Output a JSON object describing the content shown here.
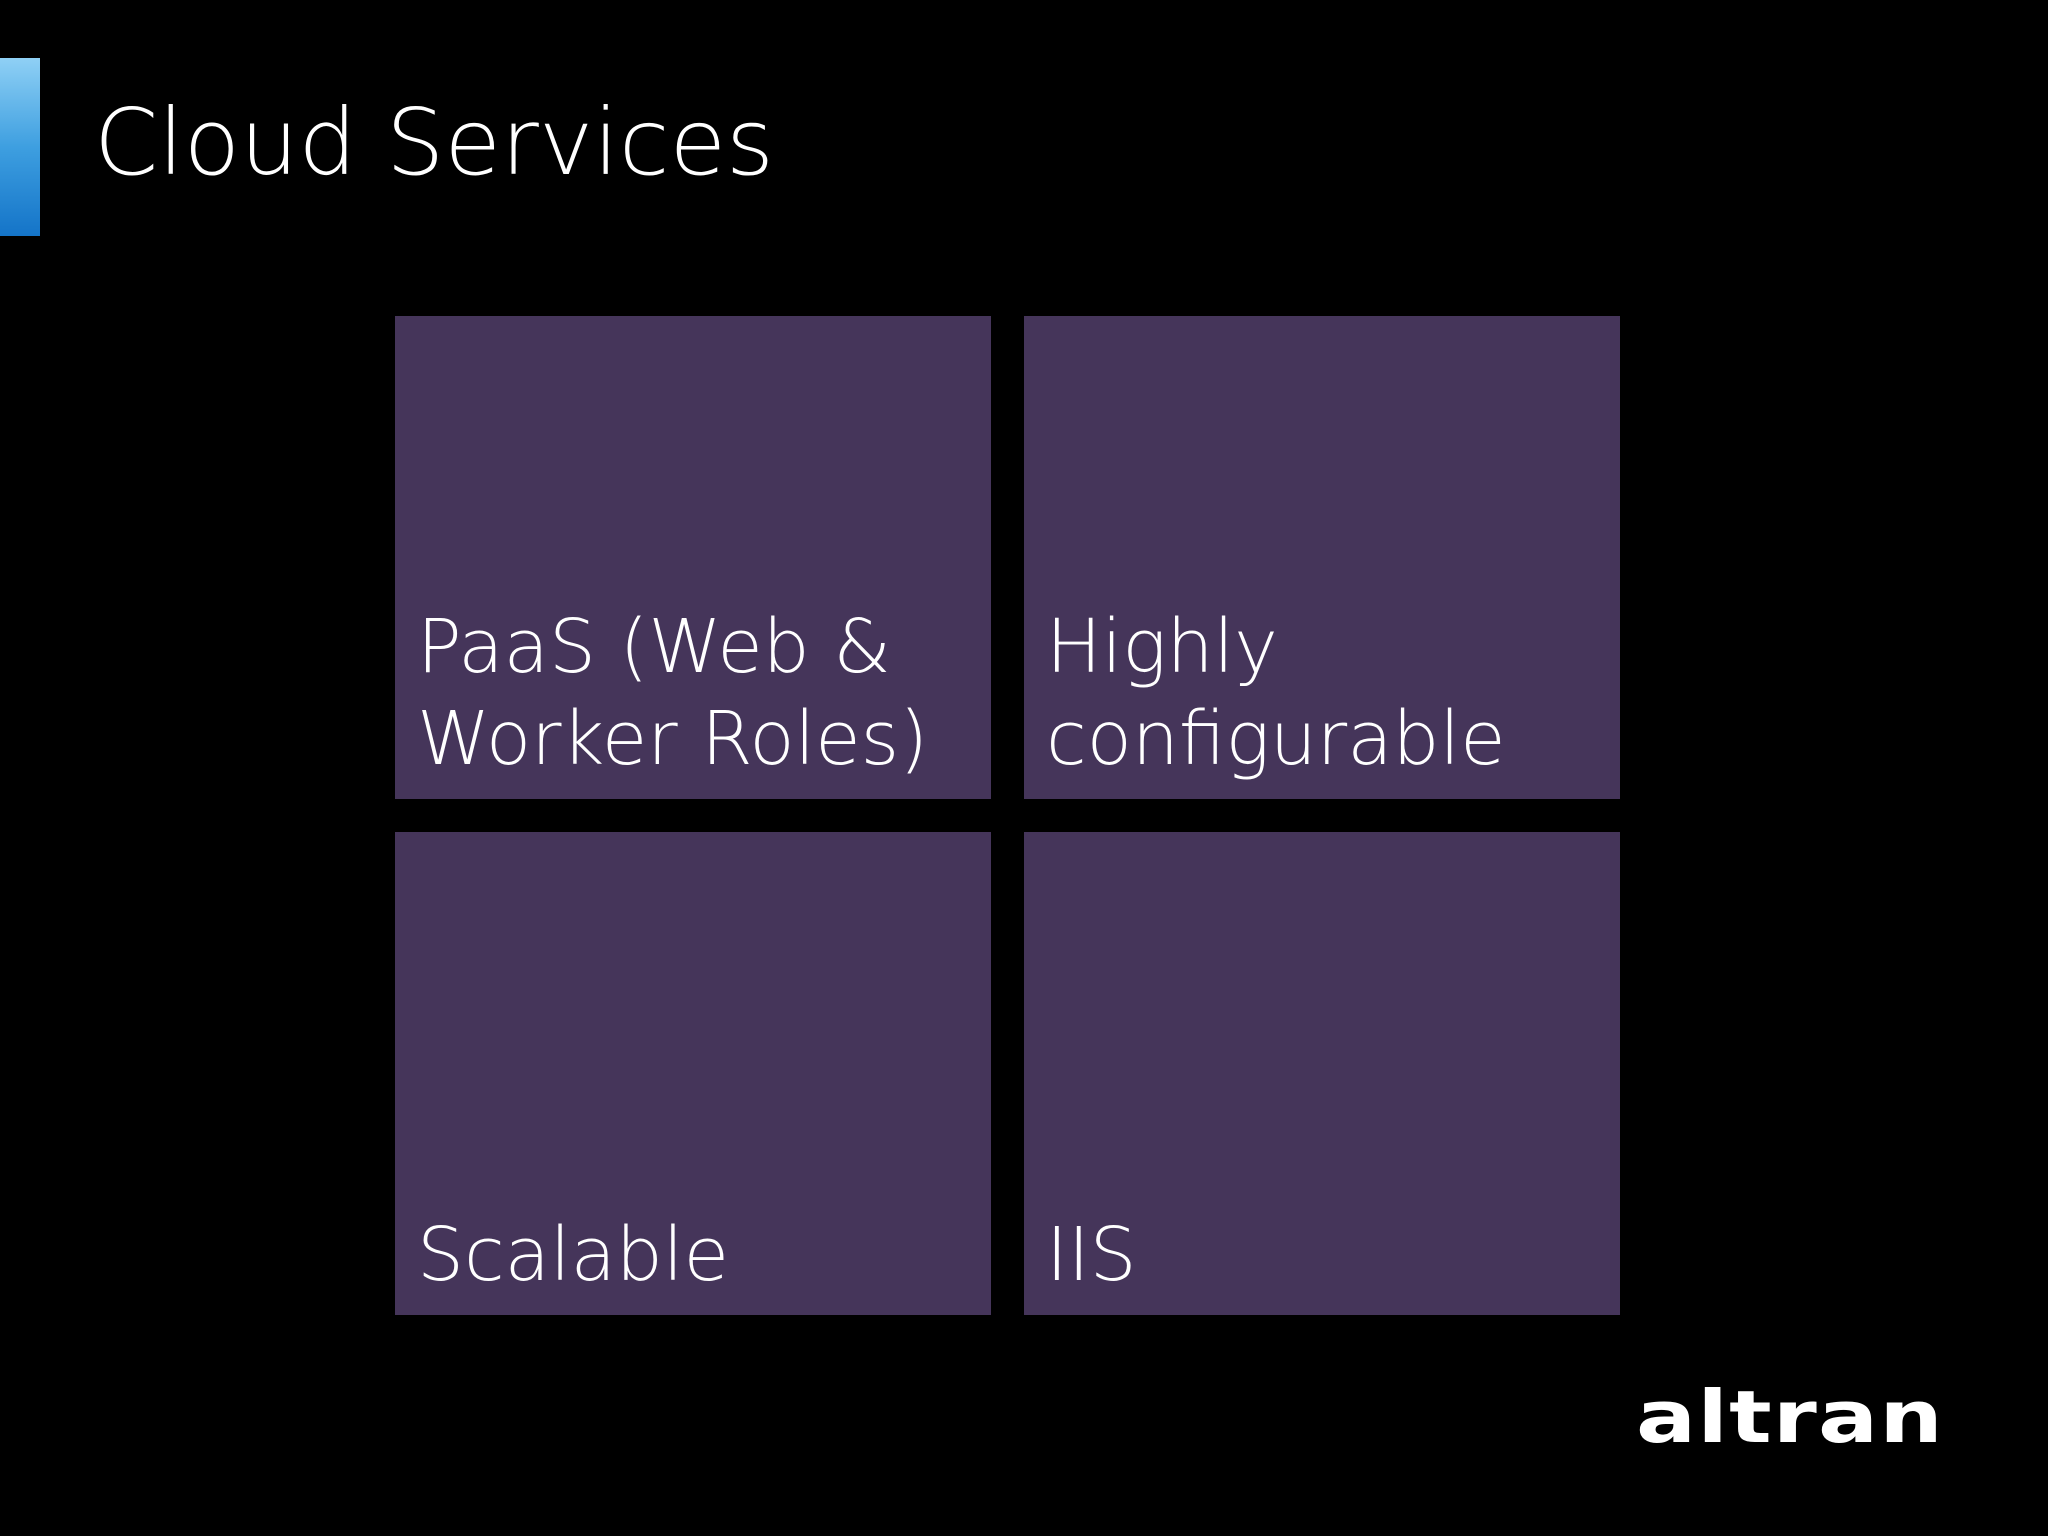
{
  "slide": {
    "title": "Cloud Services",
    "accent_color": "#2f8fdc",
    "tile_color": "#45355a"
  },
  "tiles": [
    {
      "label": "PaaS (Web &\nWorker Roles)"
    },
    {
      "label": "Highly\nconfigurable"
    },
    {
      "label": "Scalable"
    },
    {
      "label": "IIS"
    }
  ],
  "logo": {
    "text": "altran"
  }
}
